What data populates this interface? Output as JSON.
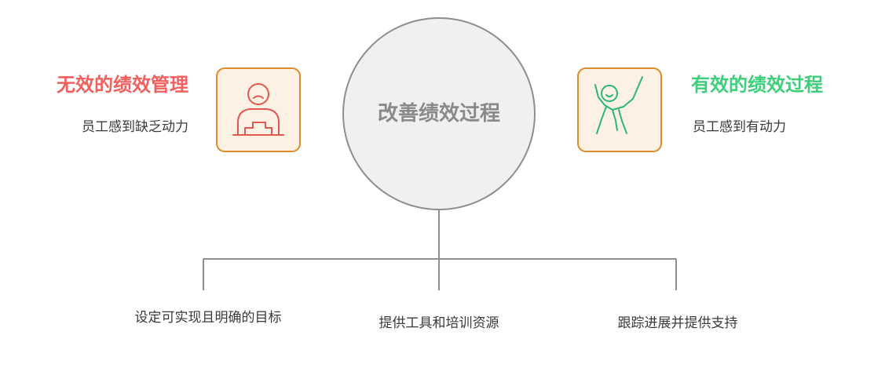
{
  "left": {
    "title": "无效的绩效管理",
    "description": "员工感到缺乏动力",
    "icon": "sad-person-at-desk-icon"
  },
  "center": {
    "label": "改善绩效过程"
  },
  "right": {
    "title": "有效的绩效过程",
    "description": "员工感到有动力",
    "icon": "energetic-person-icon"
  },
  "steps": [
    {
      "label": "设定可实现且明确的目标"
    },
    {
      "label": "提供工具和培训资源"
    },
    {
      "label": "跟踪进展并提供支持"
    }
  ],
  "colors": {
    "left_accent": "#f25f5c",
    "right_accent": "#3ecf7b",
    "box_border": "#e08a2e",
    "box_fill": "#fdf1e4",
    "circle_fill": "#f0f0f0",
    "circle_stroke": "#8e8e8e",
    "connector": "#8e8e8e",
    "left_icon_stroke": "#e0584f",
    "right_icon_stroke": "#2bb673"
  }
}
